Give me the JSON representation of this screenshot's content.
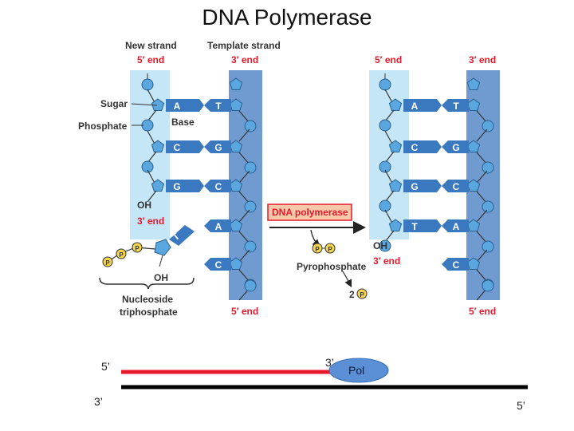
{
  "title": "DNA Polymerase",
  "left_panel": {
    "new_strand": "New strand",
    "template_strand": "Template strand",
    "new_5end": "5′ end",
    "template_3end": "3′ end",
    "sugar": "Sugar",
    "phosphate": "Phosphate",
    "base": "Base",
    "oh": "OH",
    "new_3end": "3′ end",
    "template_5end": "5′ end",
    "nucleoside_line1": "Nucleoside",
    "nucleoside_line2": "triphosphate",
    "oh2": "OH"
  },
  "middle": {
    "enzyme": "DNA polymerase",
    "pyrophosphate": "Pyrophosphate",
    "two_pi": "2"
  },
  "right_panel": {
    "new_5end": "5′ end",
    "template_3end": "3′ end",
    "oh": "OH",
    "new_3end": "3′ end",
    "template_5end": "5′ end"
  },
  "bases_left": [
    {
      "new": "A",
      "tmpl": "T"
    },
    {
      "new": "C",
      "tmpl": "G"
    },
    {
      "new": "G",
      "tmpl": "C"
    },
    {
      "new": "",
      "tmpl": "A"
    },
    {
      "new": "",
      "tmpl": "C"
    }
  ],
  "bases_right": [
    {
      "new": "A",
      "tmpl": "T"
    },
    {
      "new": "C",
      "tmpl": "G"
    },
    {
      "new": "G",
      "tmpl": "C"
    },
    {
      "new": "T",
      "tmpl": "A"
    },
    {
      "new": "",
      "tmpl": "C"
    }
  ],
  "incoming_base": "T",
  "phosphate_label": "P",
  "schematic": {
    "label_5_left": "5’",
    "label_3_left": "3’",
    "label_3_mid": "3’",
    "label_5_right": "5’",
    "pol": "Pol"
  },
  "colors": {
    "new_strand_bg": "#c5e6f7",
    "template_bg": "#6f9bd1",
    "base_dark": "#3a78bf",
    "sugar": "#5aa7df",
    "red_label": "#e8192c",
    "new_strand_arrow": "#e8192c",
    "pol_fill": "#5b8fd6"
  }
}
